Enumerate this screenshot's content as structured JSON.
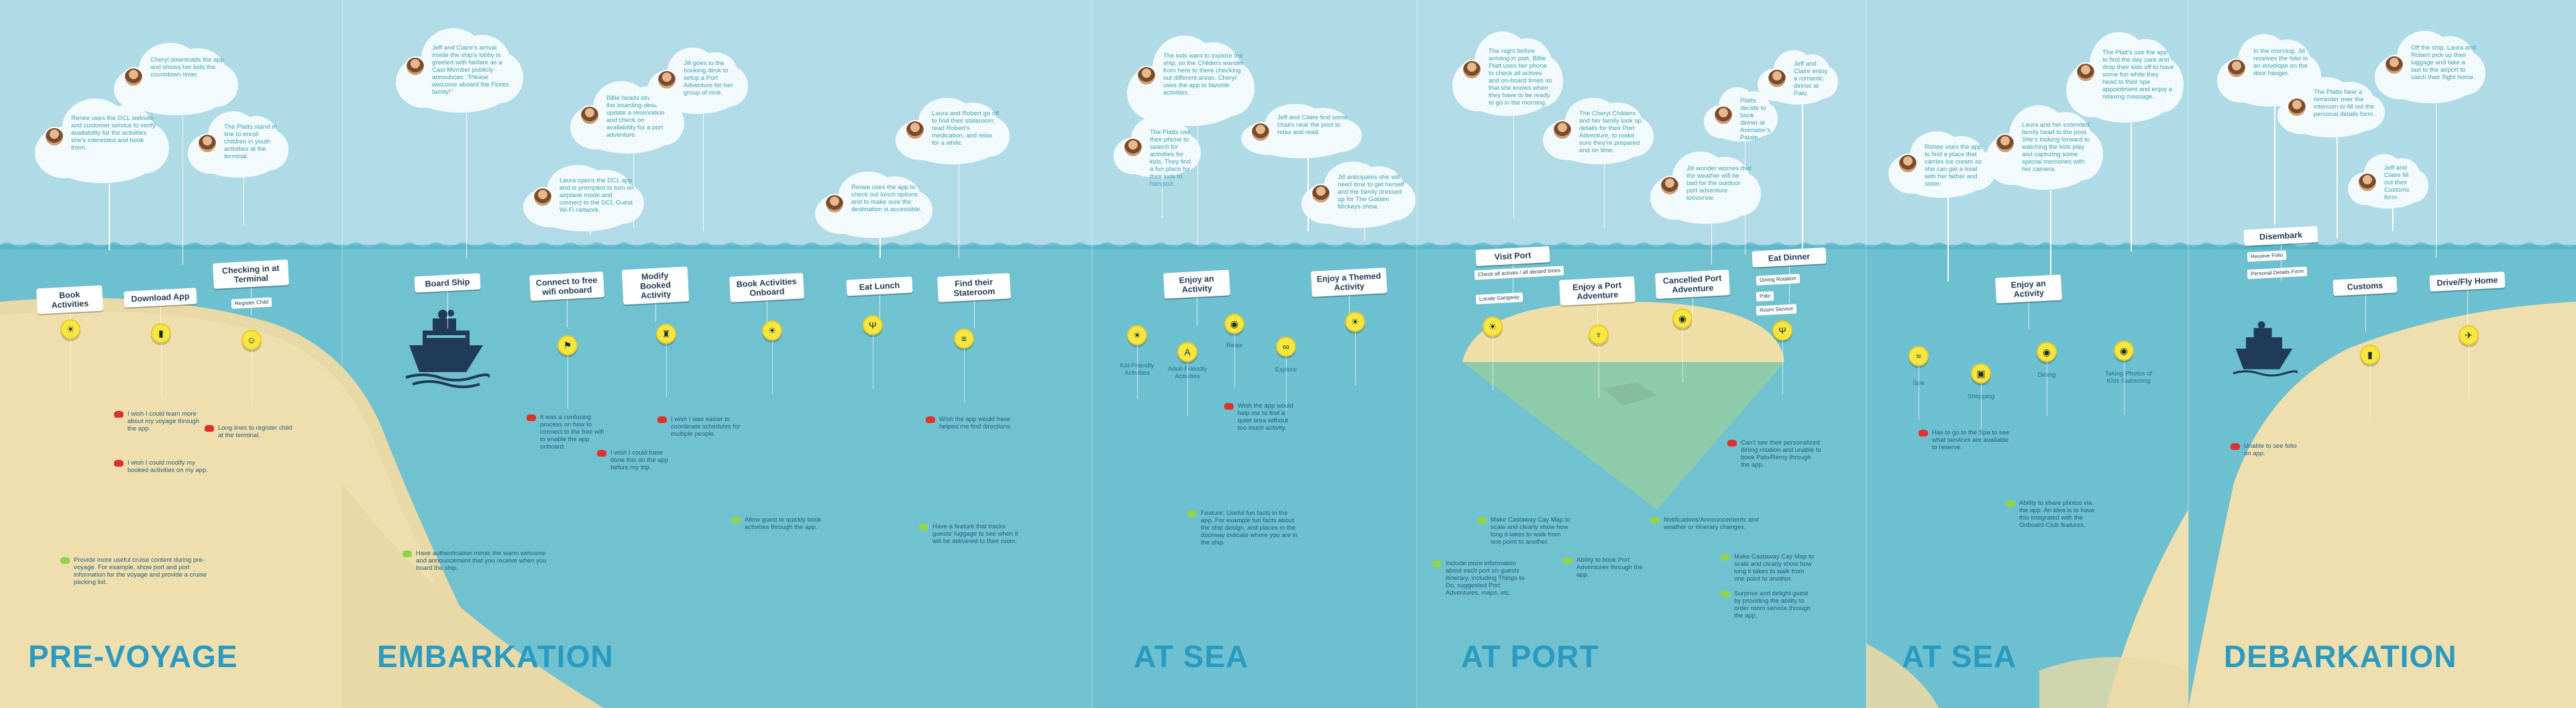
{
  "sections": [
    {
      "id": "pre-voyage",
      "title": "PRE-VOYAGE"
    },
    {
      "id": "embarkation",
      "title": "EMBARKATION"
    },
    {
      "id": "at-sea-1",
      "title": "AT SEA"
    },
    {
      "id": "at-port",
      "title": "AT PORT"
    },
    {
      "id": "at-sea-2",
      "title": "AT SEA"
    },
    {
      "id": "debarkation",
      "title": "DEBARKATION"
    }
  ],
  "clouds": [
    {
      "text": "Renee uses the DCL website and customer service to verify availability for the activities she’s interested and book them."
    },
    {
      "text": "Cheryl downloads the app and shows her kids the countdown timer."
    },
    {
      "text": "The Platts stand in line to enroll children in youth activities at the terminal."
    },
    {
      "text": "Jeff and Claire’s arrival inside the ship’s lobby is greeted with fanfare as a Cast Member publicly announces: “Please welcome aboard the Flores family!”"
    },
    {
      "text": "Billie heads straight to the boarding desk to update a reservation and check on availability for a port adventure."
    },
    {
      "text": "Jill goes to the booking desk to setup a Port Adventure for her group of nine."
    },
    {
      "text": "Laura opens the DCL app and is prompted to turn on airplane mode and connect to the DCL Guest Wi-Fi network."
    },
    {
      "text": "Renee uses the app to check out lunch options and to make sure the destination is accessible."
    },
    {
      "text": "Laura and Robert go off to find their stateroom, read Robert’s medication, and relax for a while."
    },
    {
      "text": "The kids want to explore the ship, so the Childers wander from here to there checking out different areas. Cheryl uses the app to favorite activities."
    },
    {
      "text": "The Platts use their phone to search for activities for kids. They find a fun place for their kids to hangout."
    },
    {
      "text": "Jeff and Claire find some chairs near the pool to relax and read."
    },
    {
      "text": "Jill anticipates she will need time to get herself and the family dressed up for The Golden Mickeys show."
    },
    {
      "text": "The night before arriving in port, Billie Platt uses her phone to check all actives and on-board times so that she knows when they have to be ready to go in the morning."
    },
    {
      "text": "The Cheryl Childers and her family look up details for their Port Adventure, to make sure they’re prepared and on time."
    },
    {
      "text": "Jeff and Claire enjoy a romantic dinner at Palo."
    },
    {
      "text": "Platts decide to book dinner at Animator’s Palate."
    },
    {
      "text": "Jill wonder worries that the weather will be bad for the outdoor port adventure tomorrow."
    },
    {
      "text": "The Platt’s use the app to find the day care and drop their kids off to have some fun while they head to their spa appointment and enjoy a relaxing massage."
    },
    {
      "text": "Renee uses the app to find a place that carries ice cream so she can get a treat with her father and sister."
    },
    {
      "text": "Laura and her extended family head to the pool. She’s looking forward to watching the kids play and capturing some special memories with her camera."
    },
    {
      "text": "In the morning, Jill receives the folio in an envelope on the door hanger."
    },
    {
      "text": "Off the ship, Laura and Robert pick up their luggage and take a taxi to the airport to catch their flight home."
    },
    {
      "text": "The Platts hear a reminder over the intercom to fill out the personal details form."
    },
    {
      "text": "Jeff and Claire fill out their Customs form."
    }
  ],
  "signs": [
    {
      "label": "Book Activities"
    },
    {
      "label": "Download App"
    },
    {
      "label": "Checking in at Terminal"
    },
    {
      "label": "Board Ship"
    },
    {
      "label": "Connect to free wifi onboard"
    },
    {
      "label": "Modify Booked Activity"
    },
    {
      "label": "Book Activities Onboard"
    },
    {
      "label": "Eat Lunch"
    },
    {
      "label": "Find their Stateroom"
    },
    {
      "label": "Enjoy an Activity"
    },
    {
      "label": "Enjoy a Themed Activity"
    },
    {
      "label": "Visit Port"
    },
    {
      "label": "Enjoy a Port Adventure"
    },
    {
      "label": "Cancelled Port Adventure"
    },
    {
      "label": "Eat Dinner"
    },
    {
      "label": "Enjoy an Activity"
    },
    {
      "label": "Disembark"
    },
    {
      "label": "Customs"
    },
    {
      "label": "Drive/Fly Home"
    }
  ],
  "tags": [
    {
      "text": "Register Child"
    },
    {
      "text": "Check all actives / all aboard times"
    },
    {
      "text": "Locate Gangway"
    },
    {
      "text": "Dining Rotation"
    },
    {
      "text": "Palo"
    },
    {
      "text": "Room Service"
    },
    {
      "text": "Receive Folio"
    },
    {
      "text": "Personal Details Form"
    }
  ],
  "buoys": [
    {
      "glyph": "☀",
      "label": ""
    },
    {
      "glyph": "▮",
      "label": ""
    },
    {
      "glyph": "☺",
      "label": ""
    },
    {
      "glyph": "⚑",
      "label": ""
    },
    {
      "glyph": "♜",
      "label": ""
    },
    {
      "glyph": "☀",
      "label": ""
    },
    {
      "glyph": "Ψ",
      "label": ""
    },
    {
      "glyph": "≡",
      "label": ""
    },
    {
      "glyph": "☀",
      "label": "Kid-Friendly Activities"
    },
    {
      "glyph": "A",
      "label": "Adult-Friendly Activities"
    },
    {
      "glyph": "◉",
      "label": "Relax"
    },
    {
      "glyph": "∞",
      "label": "Explore"
    },
    {
      "glyph": "☀",
      "label": ""
    },
    {
      "glyph": "☀",
      "label": ""
    },
    {
      "glyph": "♆",
      "label": ""
    },
    {
      "glyph": "◉",
      "label": ""
    },
    {
      "glyph": "Ψ",
      "label": ""
    },
    {
      "glyph": "≈",
      "label": "Spa"
    },
    {
      "glyph": "▣",
      "label": "Shopping"
    },
    {
      "glyph": "◉",
      "label": "Dining"
    },
    {
      "glyph": "◉",
      "label": "Taking Photos of Kids Swimming"
    },
    {
      "glyph": "▮",
      "label": ""
    },
    {
      "glyph": "✈",
      "label": ""
    }
  ],
  "notes": [
    {
      "type": "pain",
      "text": "I wish I could learn more about my voyage through the app."
    },
    {
      "type": "pain",
      "text": "I wish I could modify my booked activities on my app."
    },
    {
      "type": "pain",
      "text": "Long lines to register child at the terminal."
    },
    {
      "type": "idea",
      "text": "Provide more useful cruise content during pre-voyage. For example, show port and port information for the voyage and provide a cruise packing list."
    },
    {
      "type": "idea",
      "text": "Have authentication mimic the warm welcome and announcement that you receive when you board the ship."
    },
    {
      "type": "pain",
      "text": "It was a confusing process on how to connect to the free wifi to enable the app onboard."
    },
    {
      "type": "pain",
      "text": "I wish I was easier to coordinate schedules for multiple people."
    },
    {
      "type": "pain",
      "text": "I wish I could have done this on the app before my trip."
    },
    {
      "type": "idea",
      "text": "Allow guest to quickly book activities through the app."
    },
    {
      "type": "pain",
      "text": "Wish the app would have helped me find directions."
    },
    {
      "type": "idea",
      "text": "Have a feature that tracks guests’ luggage to see when it will be delivered to their room."
    },
    {
      "type": "pain",
      "text": "Wish the app would help me to find a quiet area without too much activity."
    },
    {
      "type": "idea",
      "text": "Feature: Useful fun facts in the app. For example fun facts about the ship design, and places in the doorway indicate where you are in the ship."
    },
    {
      "type": "pain",
      "text": "Can’t see their personalized dining rotation and unable to book Palo/Remy through the app."
    },
    {
      "type": "idea",
      "text": "Make Castaway Cay Map to scale and clearly show how long it takes to walk from one point to another."
    },
    {
      "type": "idea",
      "text": "Notifications/Announcements and weather or itinerary changes."
    },
    {
      "type": "idea",
      "text": "Include more information about each port on guests itinerary, including Things to Do, suggested Port Adventures, maps, etc."
    },
    {
      "type": "idea",
      "text": "Ability to book Port Adventures through the app."
    },
    {
      "type": "idea",
      "text": "Make Castaway Cay Map to scale and clearly show how long it takes to walk from one point to another."
    },
    {
      "type": "idea",
      "text": "Surprise and delight guest by providing the ability to order room service through the app."
    },
    {
      "type": "pain",
      "text": "Has to go to the Spa to see what services are available to reserve."
    },
    {
      "type": "idea",
      "text": "Ability to share photos via the app. An idea is to have this integrated with the Onboard Club features."
    },
    {
      "type": "pain",
      "text": "Unable to see folio on app."
    }
  ]
}
